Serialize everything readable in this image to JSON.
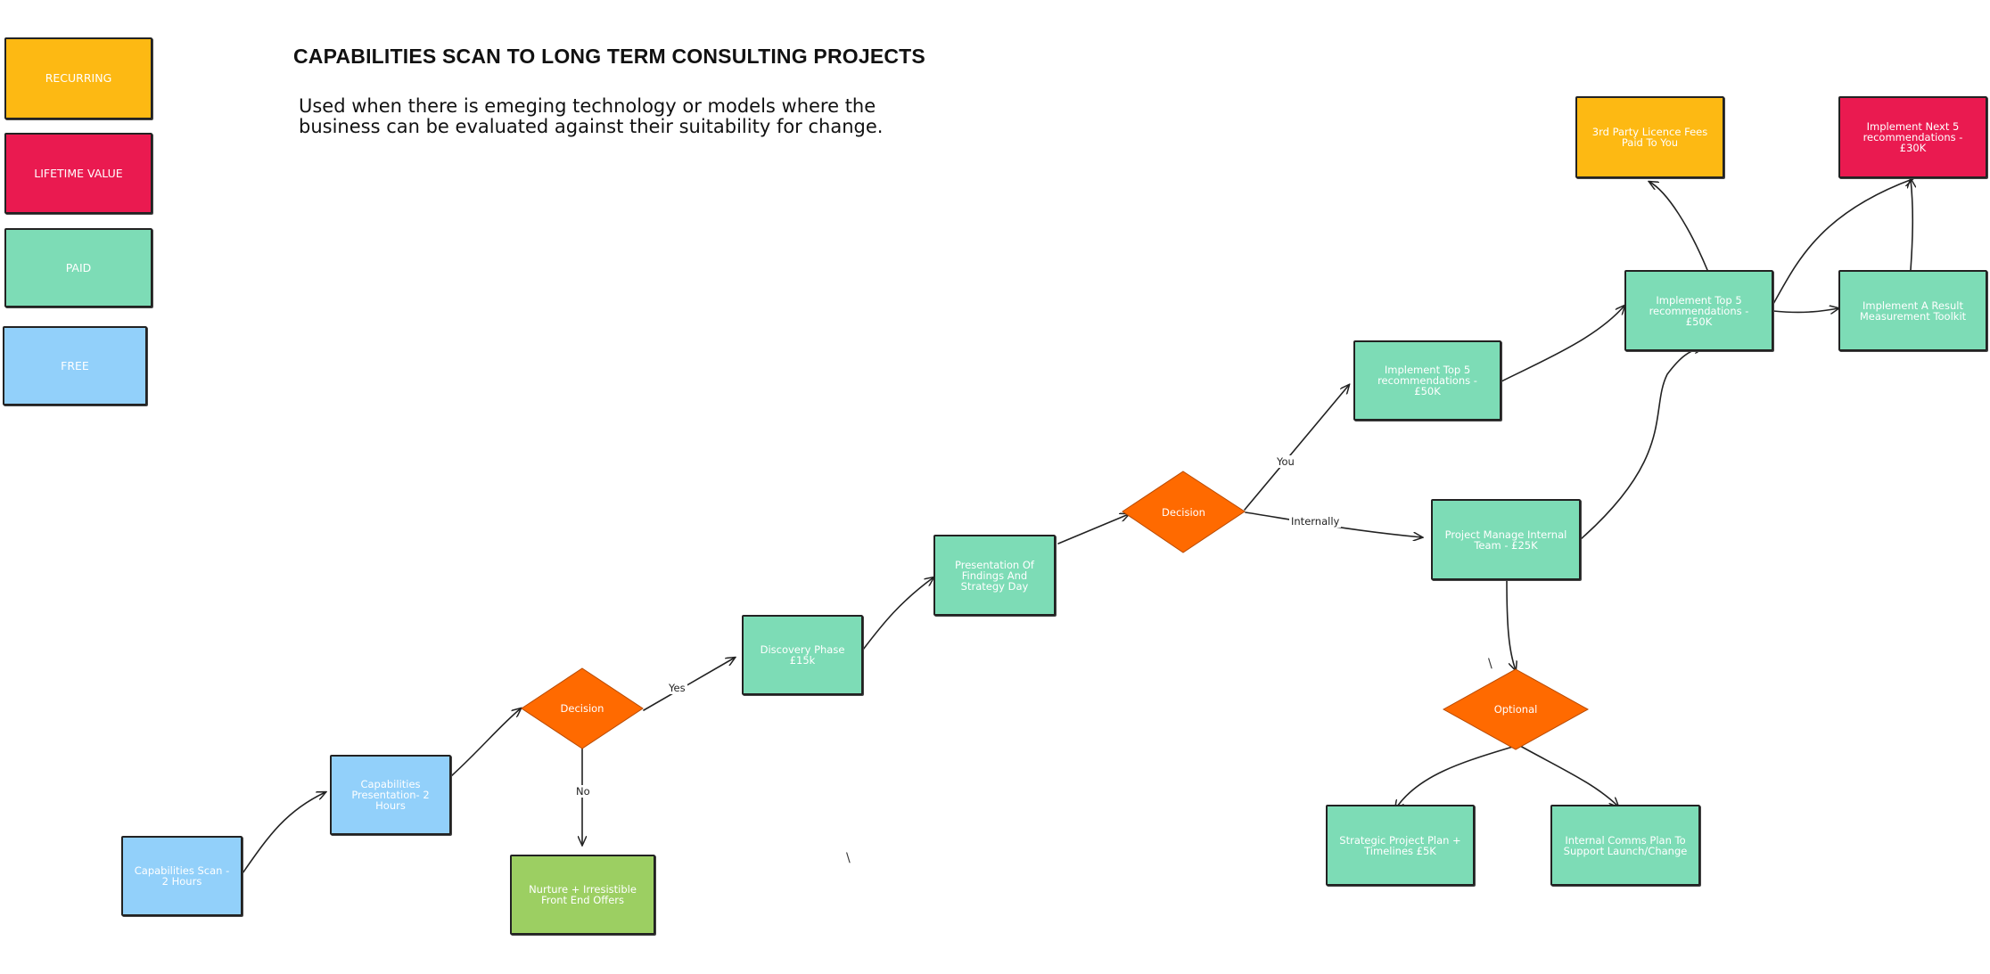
{
  "title": "CAPABILITIES SCAN TO LONG TERM CONSULTING PROJECTS",
  "subtitle": "Used when there is emeging technology or models where the business can be evaluated against their suitability for change.",
  "colors": {
    "recurring": "#fdb913",
    "lifetime_value": "#ea1a50",
    "paid": "#7ddcb6",
    "free": "#92d0fa",
    "nurture": "#9ccf62",
    "decision": "#ff6a00"
  },
  "legend": {
    "recurring": "RECURRING",
    "lifetime_value": "LIFETIME VALUE",
    "paid": "PAID",
    "free": "FREE"
  },
  "nodes": {
    "capabilities_scan": "Capabilities Scan - 2 Hours",
    "capabilities_presentation": "Capabilities Presentation- 2 Hours",
    "nurture": "Nurture + Irresistible Front End Offers",
    "discovery": "Discovery Phase £15k",
    "presentation_findings": "Presentation Of Findings And Strategy Day",
    "implement_top5_a": "Implement Top 5 recommendations - £50K",
    "project_manage": "Project Manage Internal Team - £25K",
    "implement_top5_b": "Implement Top 5 recommendations - £50K",
    "third_party": "3rd Party Licence Fees Paid To You",
    "implement_next5": "Implement Next 5 recommendations - £30K",
    "result_toolkit": "Implement A Result Measurement Toolkit",
    "strategic_plan": "Strategic Project Plan + Timelines £5K",
    "internal_comms": "Internal Comms Plan To Support Launch/Change"
  },
  "decisions": {
    "decision_1": "Decision",
    "decision_2": "Decision",
    "optional": "Optional"
  },
  "edge_labels": {
    "yes": "Yes",
    "no": "No",
    "you": "You",
    "internally": "Internally"
  },
  "marks": {
    "stray_1": "\\",
    "stray_2": "\\"
  }
}
